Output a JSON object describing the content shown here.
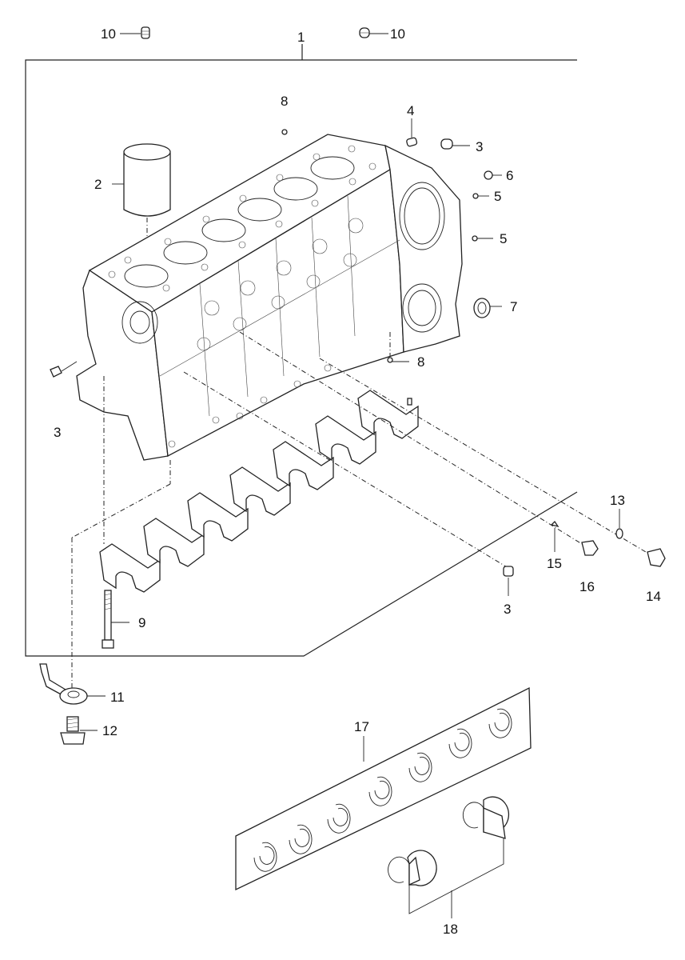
{
  "callouts": {
    "c1": "1",
    "c2": "2",
    "c3a": "3",
    "c3b": "3",
    "c3c": "3",
    "c4": "4",
    "c5a": "5",
    "c5b": "5",
    "c6": "6",
    "c7": "7",
    "c8a": "8",
    "c8b": "8",
    "c9": "9",
    "c10a": "10",
    "c10b": "10",
    "c11": "11",
    "c12": "12",
    "c13": "13",
    "c14": "14",
    "c15": "15",
    "c16": "16",
    "c17": "17",
    "c18": "18"
  },
  "colors": {
    "ink": "#222222",
    "background": "#ffffff"
  }
}
